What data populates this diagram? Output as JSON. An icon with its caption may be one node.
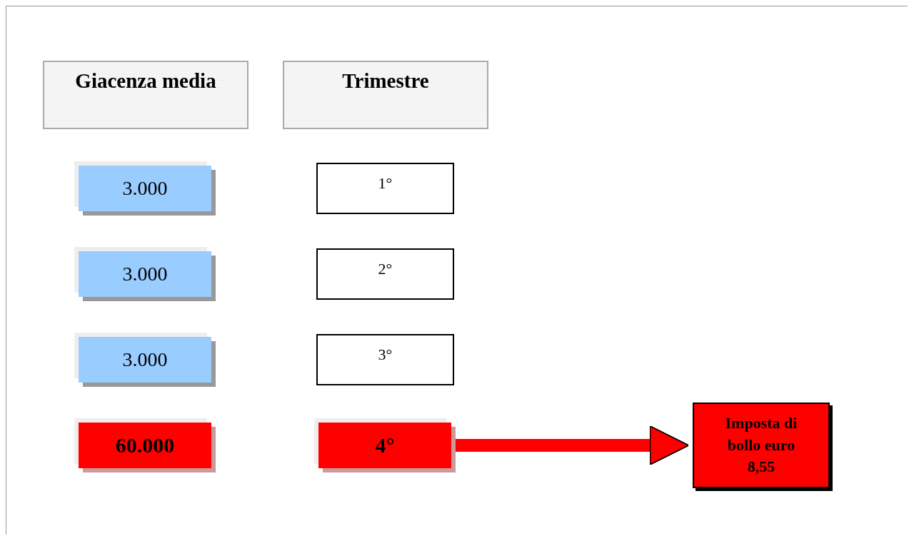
{
  "diagram": {
    "nodes": [
      {
        "text": [
          "Giacenza media"
        ]
      },
      {
        "text": [
          "Trimestre"
        ]
      },
      {
        "text": [
          "3.000"
        ]
      },
      {
        "text": [
          "1°"
        ]
      },
      {
        "text": [
          "3.000"
        ]
      },
      {
        "text": [
          "2°"
        ]
      },
      {
        "text": [
          "3.000"
        ]
      },
      {
        "text": [
          "3°"
        ]
      },
      {
        "text": [
          "60.000"
        ]
      },
      {
        "text": [
          "4°"
        ]
      },
      {
        "text": [
          "Imposta di bollo euro 8,55"
        ]
      }
    ],
    "edges": [
      {
        "from": 9,
        "to": 10,
        "arrow": "to"
      }
    ]
  }
}
